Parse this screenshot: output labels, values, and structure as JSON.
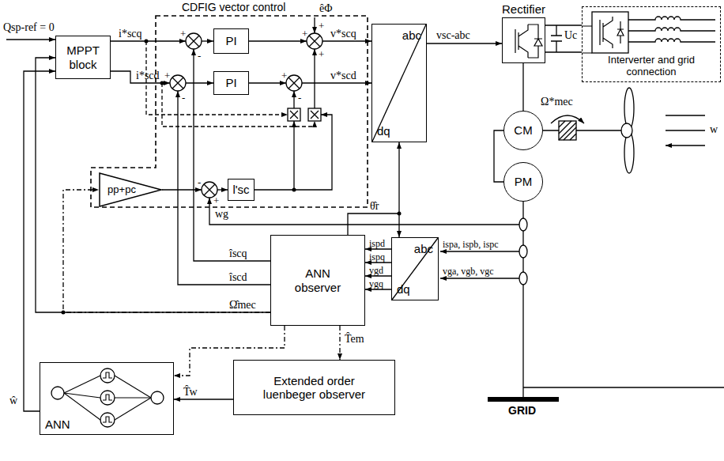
{
  "diagram": {
    "nodes": [
      {
        "text": [
          "MPPT block"
        ]
      },
      {
        "text": [
          "CDFIG vector control"
        ]
      },
      {
        "text": [
          "PI"
        ],
        "in": 1
      },
      {
        "text": [
          "PI"
        ],
        "in": 1
      },
      {
        "text": [
          "pp+pc"
        ],
        "in": 1
      },
      {
        "text": [
          "l'sc"
        ],
        "in": 1
      },
      {
        "text": [
          "abc",
          "dq"
        ]
      },
      {
        "text": [
          "Rectifier"
        ]
      },
      {
        "text": [
          "Interverter and grid connection"
        ]
      },
      {
        "text": [
          "CM"
        ]
      },
      {
        "text": [
          "PM"
        ]
      },
      {
        "text": [
          "ANN observer"
        ]
      },
      {
        "text": [
          "abc",
          "dq"
        ]
      },
      {
        "text": [
          "ANN"
        ]
      },
      {
        "text": [
          "Extended order luenbeger observer"
        ]
      }
    ],
    "edges": [
      {
        "from": 6,
        "to": 7,
        "arrow": "to",
        "label": "vsc-abc"
      },
      {
        "from": 7,
        "to": 8,
        "arrow": "none"
      },
      {
        "from": 9,
        "to": 10,
        "arrow": "none"
      },
      {
        "from": 11,
        "to": 6,
        "arrow": "to",
        "label": "θ̂r"
      },
      {
        "from": 12,
        "to": 11,
        "arrow": "to",
        "label": "ispd"
      },
      {
        "from": 12,
        "to": 11,
        "arrow": "to",
        "label": "ispq"
      },
      {
        "from": 12,
        "to": 11,
        "arrow": "to",
        "label": "vgd"
      },
      {
        "from": 12,
        "to": 11,
        "arrow": "to",
        "label": "vgq"
      },
      {
        "from": 11,
        "to": 14,
        "arrow": "to",
        "label": "T̂em"
      },
      {
        "from": 11,
        "to": 13,
        "arrow": "to"
      },
      {
        "from": 11,
        "to": 0,
        "arrow": "to",
        "label": "Ω̂mec"
      },
      {
        "from": 11,
        "to": 4,
        "arrow": "to"
      },
      {
        "from": 14,
        "to": 13,
        "arrow": "to",
        "label": "T̂w"
      },
      {
        "from": 13,
        "to": 0,
        "arrow": "to",
        "label": "ŵ"
      },
      {
        "from": 7,
        "to": 9,
        "arrow": "none"
      }
    ],
    "labels": [
      "Qsp-ref = 0",
      "i*scq",
      "i*scd",
      "+",
      "-",
      "+",
      "-",
      "êΦ",
      "+",
      "+",
      "+",
      "v*scq",
      "+",
      "-",
      "v*scd",
      "-",
      "+",
      "wg",
      "Uc",
      "Ω*mec",
      "w",
      "îscq",
      "îscd",
      "ispa, ispb, ispc",
      "vga, vgb, vgc",
      "GRID"
    ]
  }
}
